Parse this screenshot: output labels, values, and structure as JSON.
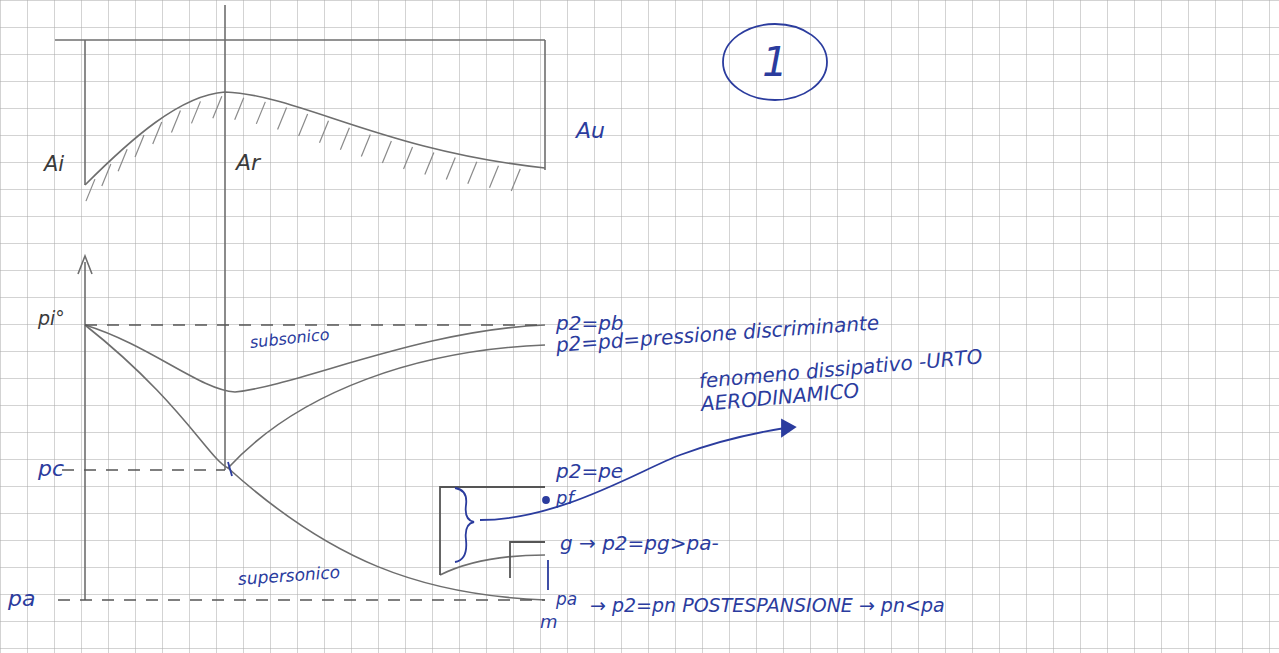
{
  "diagram": {
    "labels": [
      "1",
      "Ai",
      "Ar",
      "Au",
      "pi°",
      "subsonico",
      "p2=pb",
      "p2=pd=pressione discriminante",
      "fenomeno dissipativo -URTO AERODINAMICO",
      "pc",
      "p2=pe",
      "pf",
      "g → p2=pg>pa-",
      "supersonico",
      "pa",
      "pa",
      "m",
      "→ p2=pn POSTESPANSIONE → pn<pa"
    ]
  }
}
